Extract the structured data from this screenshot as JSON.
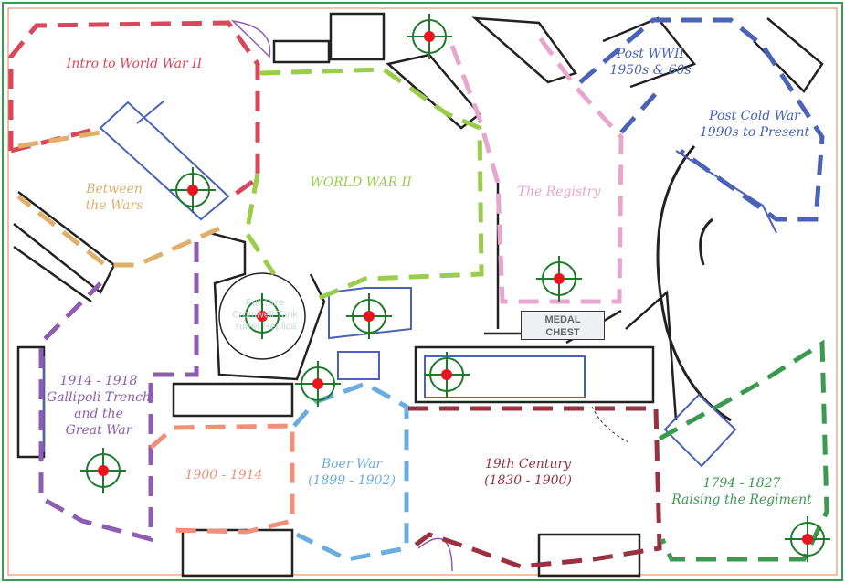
{
  "zones": [
    {
      "id": "intro",
      "label": "Intro to World War II",
      "color": "#d9485a"
    },
    {
      "id": "ww2",
      "label": "WORLD WAR II",
      "color": "#9acd4a"
    },
    {
      "id": "registry",
      "label": "The Registry",
      "color": "#e8a6cf"
    },
    {
      "id": "postww2",
      "label": "Post WWII\n1950s & 60s",
      "color": "#4a62b8"
    },
    {
      "id": "postcold",
      "label": "Post Cold War\n1990s to Present",
      "color": "#4a62b8"
    },
    {
      "id": "between",
      "label": "Between\nthe Wars",
      "color": "#e0b06a"
    },
    {
      "id": "ww1",
      "label": "1914 - 1918\nGallipoli Trench\nand the\nGreat War",
      "color": "#8e5cb0"
    },
    {
      "id": "e1900",
      "label": "1900 - 1914",
      "color": "#f0907a"
    },
    {
      "id": "boer",
      "label": "Boer War\n(1899 - 1902)",
      "color": "#6aaee0"
    },
    {
      "id": "c19",
      "label": "19th Century\n(1830 - 1900)",
      "color": "#9a3040"
    },
    {
      "id": "regiment",
      "label": "1794 - 1827\nRaising the Regiment",
      "color": "#3a9a50"
    }
  ],
  "exhibits": {
    "medal_chest": "MEDAL\nCHEST",
    "tank": "Full Size\nCromwell Tank\nTurret Replica"
  },
  "colors": {
    "border": "#3a9a50",
    "inner_border": "#e08050",
    "wall": "#222222",
    "case": "#4a62b8",
    "marker": "#1e7a2a",
    "marker_dot": "#e8141e"
  }
}
